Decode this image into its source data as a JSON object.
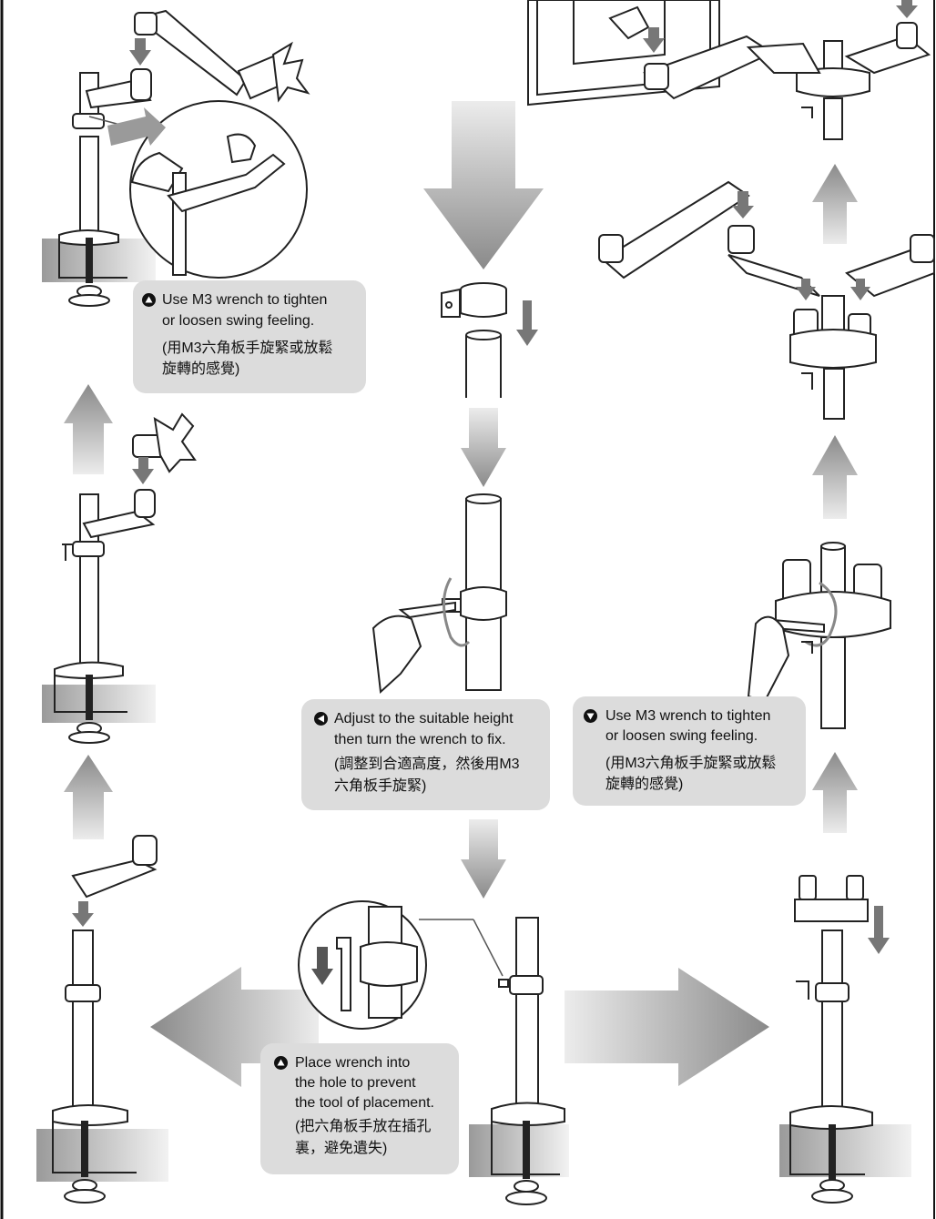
{
  "notes": [
    {
      "id": "swing-left",
      "icon": "triangle-up-icon",
      "english": [
        "Use M3 wrench to tighten",
        "or loosen swing feeling."
      ],
      "chinese": [
        "(用M3六角板手旋緊或放鬆",
        "旋轉的感覺)"
      ]
    },
    {
      "id": "height-adjust",
      "icon": "triangle-left-icon",
      "english": [
        "Adjust to the suitable height",
        "then turn the  wrench to fix."
      ],
      "chinese": [
        "(調整到合適高度，然後用M3",
        "六角板手旋緊)"
      ]
    },
    {
      "id": "swing-right",
      "icon": "triangle-down-icon",
      "english": [
        "Use M3 wrench to tighten",
        "or loosen swing feeling."
      ],
      "chinese": [
        "(用M3六角板手旋緊或放鬆",
        "旋轉的感覺)"
      ]
    },
    {
      "id": "wrench-storage",
      "icon": "triangle-up-icon",
      "english": [
        "Place  wrench into",
        "the hole to prevent",
        "the tool of placement."
      ],
      "chinese": [
        "(把六角板手放在插孔",
        "裏，避免遺失)"
      ]
    }
  ],
  "colors": {
    "arrow": "#8a8a8a",
    "arrow_light": "#e8e8e8",
    "note_bg": "#dcdcdc",
    "line": "#222222",
    "desk": "#a6a6a6"
  }
}
